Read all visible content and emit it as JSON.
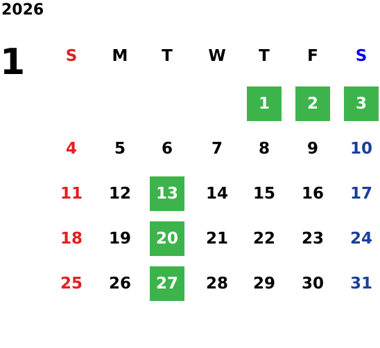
{
  "calendar": {
    "year": "2026",
    "month_label": "1",
    "weekdays": [
      "S",
      "M",
      "T",
      "W",
      "T",
      "F",
      "S"
    ],
    "days": [
      {
        "label": "1",
        "weekday": 4,
        "week": 0,
        "highlight": true
      },
      {
        "label": "2",
        "weekday": 5,
        "week": 0,
        "highlight": true
      },
      {
        "label": "3",
        "weekday": 6,
        "week": 0,
        "highlight": true
      },
      {
        "label": "4",
        "weekday": 0,
        "week": 1,
        "highlight": false
      },
      {
        "label": "5",
        "weekday": 1,
        "week": 1,
        "highlight": false
      },
      {
        "label": "6",
        "weekday": 2,
        "week": 1,
        "highlight": false
      },
      {
        "label": "7",
        "weekday": 3,
        "week": 1,
        "highlight": false
      },
      {
        "label": "8",
        "weekday": 4,
        "week": 1,
        "highlight": false
      },
      {
        "label": "9",
        "weekday": 5,
        "week": 1,
        "highlight": false
      },
      {
        "label": "10",
        "weekday": 6,
        "week": 1,
        "highlight": false
      },
      {
        "label": "11",
        "weekday": 0,
        "week": 2,
        "highlight": false
      },
      {
        "label": "12",
        "weekday": 1,
        "week": 2,
        "highlight": false
      },
      {
        "label": "13",
        "weekday": 2,
        "week": 2,
        "highlight": true
      },
      {
        "label": "14",
        "weekday": 3,
        "week": 2,
        "highlight": false
      },
      {
        "label": "15",
        "weekday": 4,
        "week": 2,
        "highlight": false
      },
      {
        "label": "16",
        "weekday": 5,
        "week": 2,
        "highlight": false
      },
      {
        "label": "17",
        "weekday": 6,
        "week": 2,
        "highlight": false
      },
      {
        "label": "18",
        "weekday": 0,
        "week": 3,
        "highlight": false
      },
      {
        "label": "19",
        "weekday": 1,
        "week": 3,
        "highlight": false
      },
      {
        "label": "20",
        "weekday": 2,
        "week": 3,
        "highlight": true
      },
      {
        "label": "21",
        "weekday": 3,
        "week": 3,
        "highlight": false
      },
      {
        "label": "22",
        "weekday": 4,
        "week": 3,
        "highlight": false
      },
      {
        "label": "23",
        "weekday": 5,
        "week": 3,
        "highlight": false
      },
      {
        "label": "24",
        "weekday": 6,
        "week": 3,
        "highlight": false
      },
      {
        "label": "25",
        "weekday": 0,
        "week": 4,
        "highlight": false
      },
      {
        "label": "26",
        "weekday": 1,
        "week": 4,
        "highlight": false
      },
      {
        "label": "27",
        "weekday": 2,
        "week": 4,
        "highlight": true
      },
      {
        "label": "28",
        "weekday": 3,
        "week": 4,
        "highlight": false
      },
      {
        "label": "29",
        "weekday": 4,
        "week": 4,
        "highlight": false
      },
      {
        "label": "30",
        "weekday": 5,
        "week": 4,
        "highlight": false
      },
      {
        "label": "31",
        "weekday": 6,
        "week": 4,
        "highlight": false
      }
    ]
  },
  "colors": {
    "text": "#000000",
    "sunday": "#e02020",
    "saturday": "#1a3f9a",
    "saturday_header": "#0000ff",
    "highlight_bg": "#3cb44b",
    "highlight_text": "#ffffff"
  }
}
